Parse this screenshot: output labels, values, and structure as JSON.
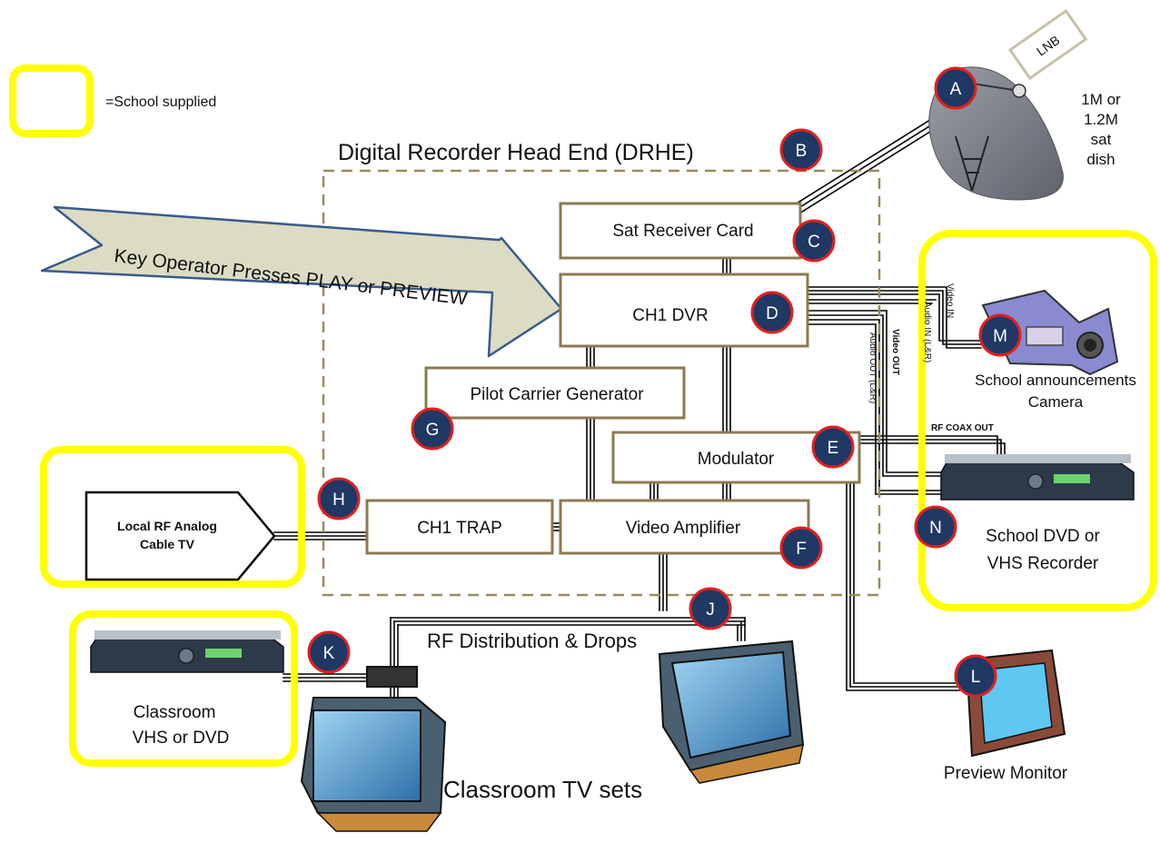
{
  "legend": {
    "text": "=School supplied"
  },
  "title": "Digital Recorder Head End (DRHE)",
  "arrow_text": "Key Operator Presses PLAY or PREVIEW",
  "boxes": {
    "sat_receiver": "Sat Receiver Card",
    "ch1_dvr": "CH1 DVR",
    "pilot_carrier": "Pilot Carrier Generator",
    "modulator": "Modulator",
    "video_amplifier": "Video Amplifier",
    "ch1_trap": "CH1 TRAP"
  },
  "local_rf": {
    "line1": "Local RF Analog",
    "line2": "Cable TV"
  },
  "dish": {
    "lnb": "LNB",
    "line1": "1M or",
    "line2": "1.2M",
    "line3": "sat",
    "line4": "dish"
  },
  "camera": {
    "line1": "School announcements",
    "line2": "Camera"
  },
  "recorder": {
    "line1": "School DVD or",
    "line2": "VHS Recorder"
  },
  "classroom_vcr": {
    "line1": "Classroom",
    "line2": "VHS or DVD"
  },
  "rf_distribution": "RF Distribution & Drops",
  "classroom_tv": "Classroom TV sets",
  "preview_monitor": "Preview Monitor",
  "signal_labels": {
    "video_in": "Video IN",
    "audio_in": "Audio IN (L&R)",
    "video_out": "Video OUT",
    "audio_out": "Audio OUT (L&R)",
    "rf_coax_out": "RF COAX OUT"
  },
  "badges": {
    "a": "A",
    "b": "B",
    "c": "C",
    "d": "D",
    "e": "E",
    "f": "F",
    "g": "G",
    "h": "H",
    "j": "J",
    "k": "K",
    "l": "L",
    "m": "M",
    "n": "N"
  },
  "colors": {
    "box_border": "#8a7a52",
    "dash_border": "#9a8a5e",
    "highlight_yellow": "#ffff00",
    "badge_fill": "#1f3864",
    "badge_ring": "#e02020",
    "arrow_fill": "#dcdcc4",
    "arrow_stroke": "#3a5a8c"
  }
}
